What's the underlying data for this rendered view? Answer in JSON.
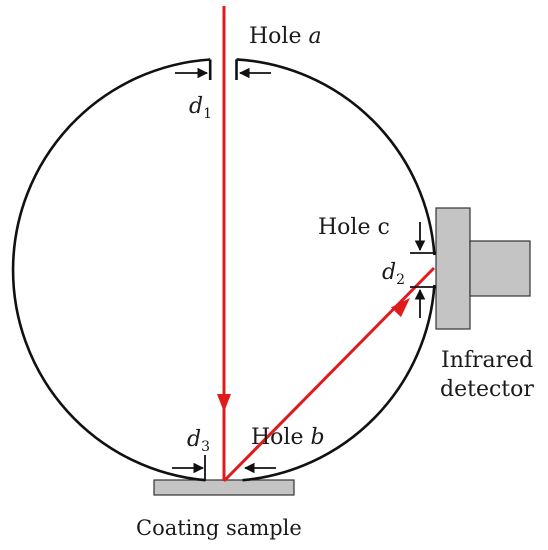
{
  "labels": {
    "hole_a_prefix": "Hole ",
    "hole_a_var": "a",
    "hole_b_prefix": "Hole ",
    "hole_b_var": "b",
    "hole_c": "Hole c",
    "d1_var": "d",
    "d1_sub": "1",
    "d2_var": "d",
    "d2_sub": "2",
    "d3_var": "d",
    "d3_sub": "3",
    "detector_line1": "Infrared",
    "detector_line2": "detector",
    "sample": "Coating sample"
  },
  "colors": {
    "beam": "#e01b1b",
    "outline": "#111111",
    "component_fill": "#c4c4c4",
    "component_stroke": "#333333"
  }
}
